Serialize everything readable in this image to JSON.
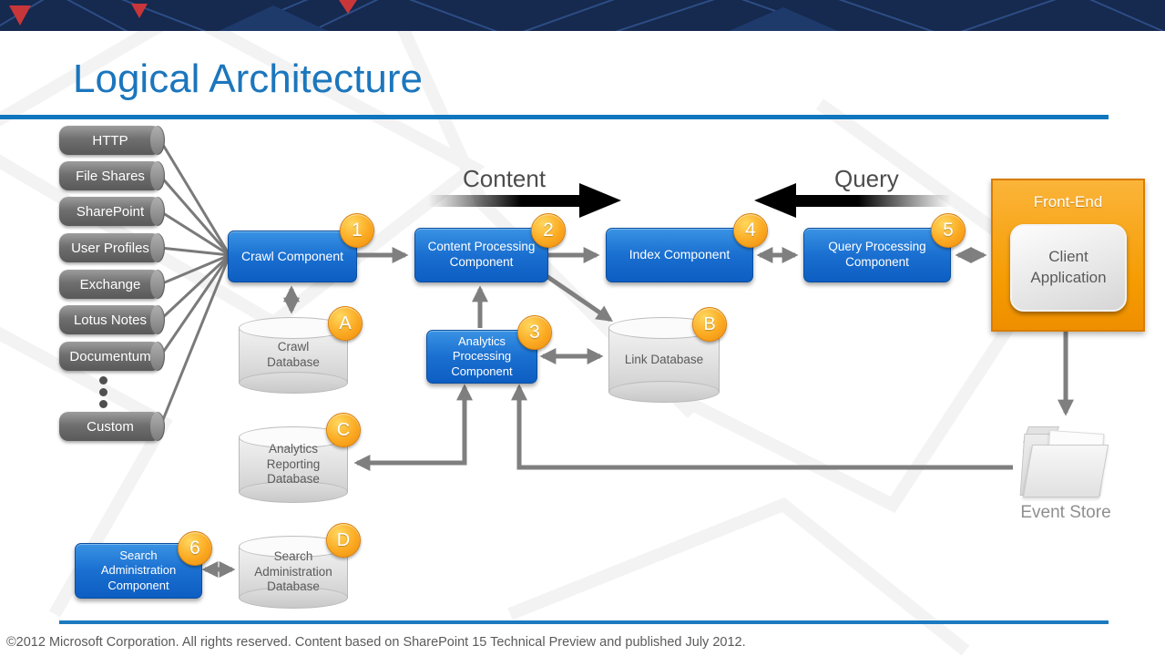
{
  "slide": {
    "title": "Logical Architecture",
    "footer": "©2012 Microsoft Corporation. All rights reserved. Content based on SharePoint 15 Technical Preview and published July 2012."
  },
  "sources": {
    "items": [
      "HTTP",
      "File Shares",
      "SharePoint",
      "User Profiles",
      "Exchange",
      "Lotus Notes",
      "Documentum"
    ],
    "custom": "Custom"
  },
  "flow": {
    "content_label": "Content",
    "query_label": "Query"
  },
  "components": {
    "crawl": {
      "label": "Crawl Component",
      "badge": "1"
    },
    "content_processing": {
      "label": "Content Processing Component",
      "badge": "2"
    },
    "index": {
      "label": "Index Component",
      "badge": "4"
    },
    "query_processing": {
      "label": "Query Processing Component",
      "badge": "5"
    },
    "analytics_processing": {
      "label": "Analytics Processing Component",
      "badge": "3"
    },
    "search_admin": {
      "label": "Search Administration Component",
      "badge": "6"
    }
  },
  "databases": {
    "crawl": {
      "label": "Crawl Database",
      "badge": "A"
    },
    "link": {
      "label": "Link Database",
      "badge": "B"
    },
    "analytics_reporting": {
      "label": "Analytics Reporting Database",
      "badge": "C"
    },
    "search_admin": {
      "label": "Search Administration Database",
      "badge": "D"
    }
  },
  "front_end": {
    "title": "Front-End",
    "client": "Client Application"
  },
  "event_store": {
    "label": "Event Store"
  },
  "colors": {
    "title_blue": "#1b76bd",
    "divider_blue": "#0e76bd",
    "component_blue": "#1a6fd0",
    "badge_orange": "#fbaa22",
    "front_end_orange": "#f59b00",
    "band_navy": "#16294e",
    "connector_gray": "#7f7f7f"
  }
}
